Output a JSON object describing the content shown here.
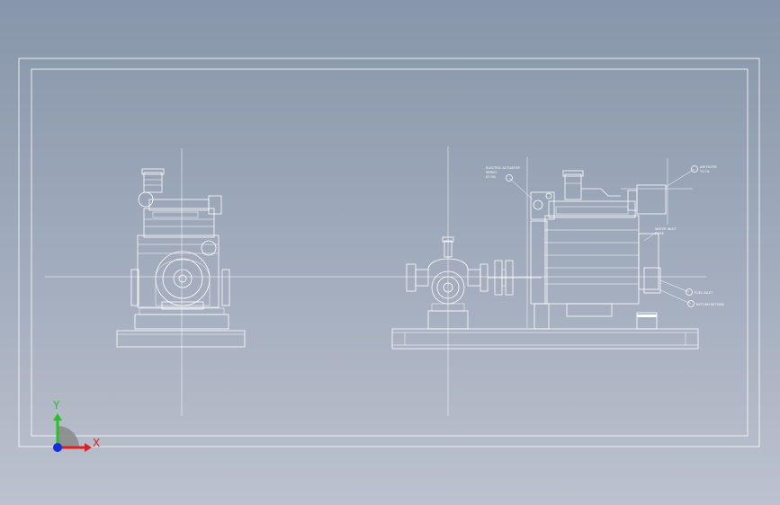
{
  "colors": {
    "background_top": "#8796aa",
    "background_bottom": "#bcc2ce",
    "linework": "#ffffff",
    "axis_x": "#e02020",
    "axis_y": "#22c422",
    "axis_z": "#1030e0"
  },
  "ucs": {
    "x_label": "X",
    "y_label": "Y"
  },
  "annotations": {
    "note_top_left_line1": "ELECTRIC ACTUATOR",
    "note_top_left_line2": "SERVO",
    "note_top_left_line3": "AT OIL",
    "note_top_right_line1": "AIR FILTER",
    "note_top_right_line2": "TO HL",
    "note_mid_right_line1": "WATER INLET",
    "note_mid_right_line2": "HOSE",
    "note_fuel": "FUEL INLET",
    "note_return": "RETURN RETURN"
  }
}
